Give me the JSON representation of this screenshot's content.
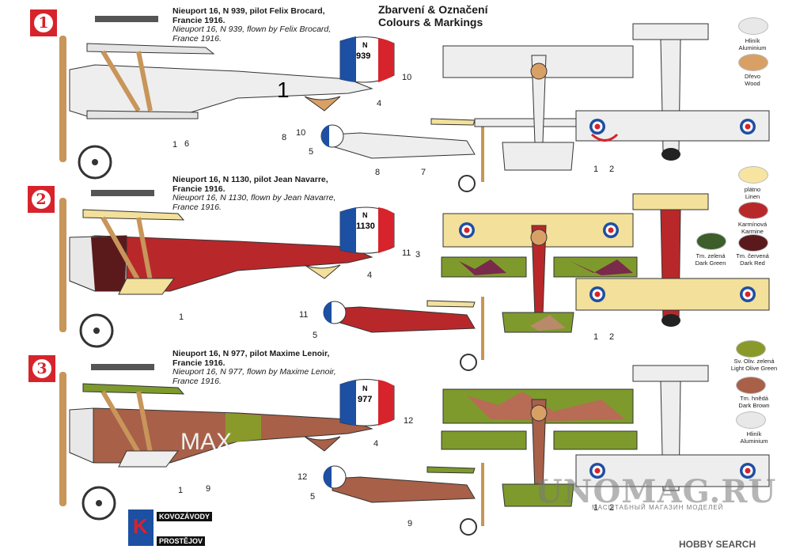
{
  "header": {
    "title_cz": "Zbarvení & Označení",
    "title_en": "Colours & Markings"
  },
  "variants": [
    {
      "number": "1",
      "caption_cz": "Nieuport 16, N 939, pilot Felix Brocard,",
      "caption_cz2": "Francie 1916.",
      "caption_en": "Nieuport 16, N 939, flown by Felix Brocard,",
      "caption_en2": "France 1916.",
      "serial": "939",
      "serial_prefix": "N",
      "fuselage_mark": "1"
    },
    {
      "number": "2",
      "caption_cz": "Nieuport 16, N 1130, pilot Jean Navarre,",
      "caption_cz2": "Francie 1916.",
      "caption_en": "Nieuport 16, N 1130, flown by Jean Navarre,",
      "caption_en2": "France 1916.",
      "serial": "1130",
      "serial_prefix": "N"
    },
    {
      "number": "3",
      "caption_cz": "Nieuport 16, N 977, pilot Maxime Lenoir,",
      "caption_cz2": "Francie 1916.",
      "caption_en": "Nieuport 16, N 977, flown by Maxime Lenoir,",
      "caption_en2": "France 1916.",
      "serial": "977",
      "serial_prefix": "N",
      "fuselage_mark": "MAX"
    }
  ],
  "swatches": [
    {
      "cz": "Hliník",
      "en": "Aluminium",
      "color": "#e8e8e8"
    },
    {
      "cz": "Dřevo",
      "en": "Wood",
      "color": "#d9a066"
    },
    {
      "cz": "plátno",
      "en": "Linen",
      "color": "#f7e4a0"
    },
    {
      "cz": "Karmínová",
      "en": "Karmine",
      "color": "#b8282a"
    },
    {
      "cz": "Tm. zelená",
      "en": "Dark Green",
      "color": "#3b5e2b"
    },
    {
      "cz": "Tm. červená",
      "en": "Dark Red",
      "color": "#5a1a1c"
    },
    {
      "cz": "Sv. Oliv. zelená",
      "en": "Light Olive Green",
      "color": "#8a9a2a"
    },
    {
      "cz": "Tm. hnědá",
      "en": "Dark Brown",
      "color": "#a86048"
    },
    {
      "cz": "Hliník",
      "en": "Aluminium",
      "color": "#e8e8e8"
    }
  ],
  "callouts": {
    "a1": [
      "10",
      "4",
      "1",
      "6",
      "8",
      "10",
      "5",
      "8",
      "7",
      "1",
      "2"
    ],
    "a2": [
      "11",
      "3",
      "4",
      "1",
      "11",
      "5",
      "1",
      "2"
    ],
    "a3": [
      "12",
      "4",
      "1",
      "9",
      "12",
      "5",
      "9",
      "1",
      "2"
    ]
  },
  "logo": {
    "line1": "KOVOZÁVODY",
    "line2": "PROSTĚJOV",
    "mark": "K"
  },
  "watermark": {
    "main": "UNOMAG.RU",
    "sub": "МАСШТАБНЫЙ МАГАЗИН МОДЕЛЕЙ",
    "hobby": "HOBBY SEARCH"
  },
  "colors": {
    "badge": "#d7232b",
    "roundel_blue": "#1d4fa3",
    "roundel_red": "#d7232b"
  }
}
